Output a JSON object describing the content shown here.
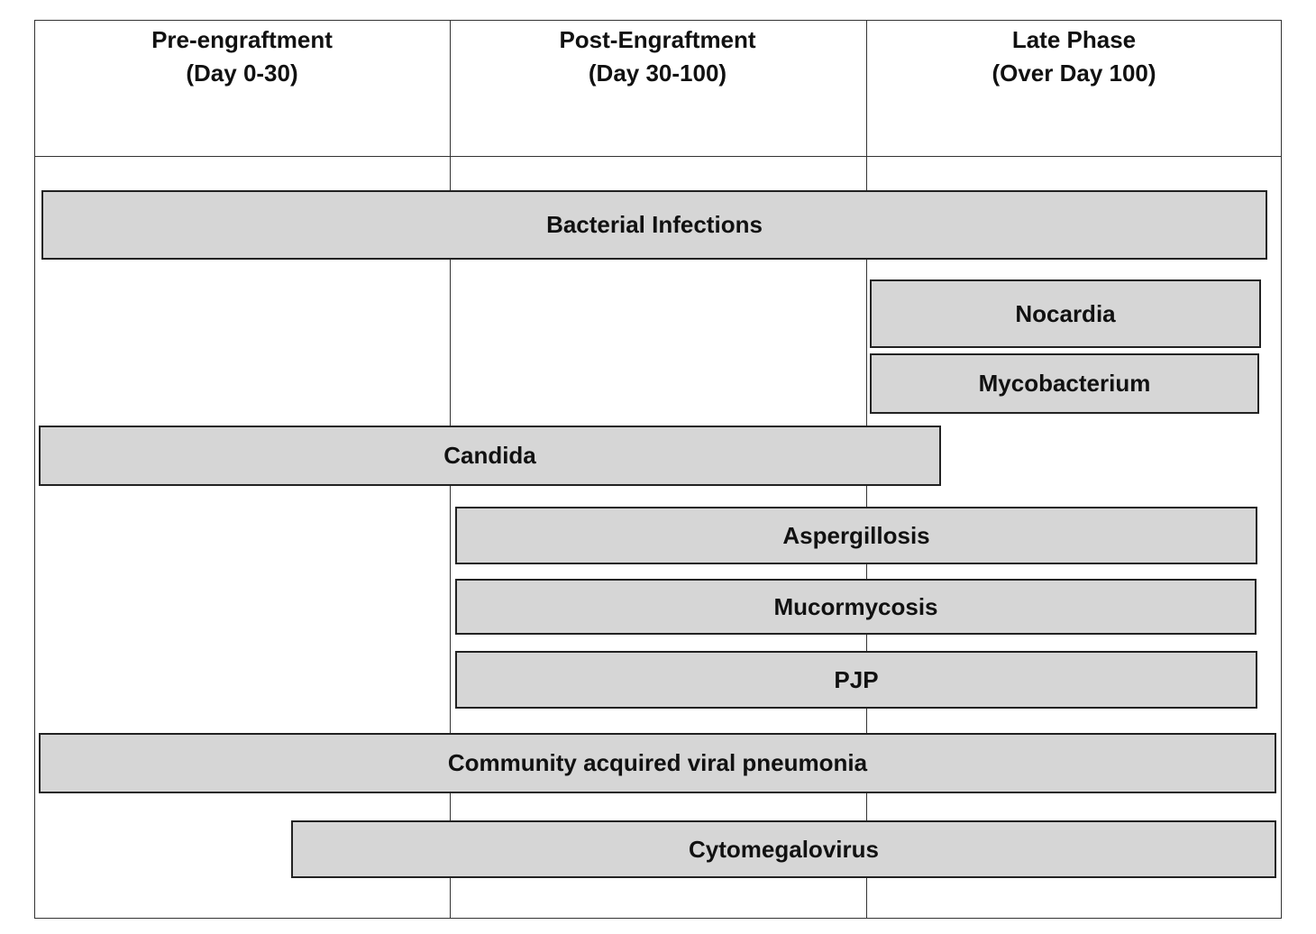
{
  "phases": [
    {
      "title": "Pre-engraftment",
      "range": "(Day 0-30)"
    },
    {
      "title": "Post-Engraftment",
      "range": "(Day 30-100)"
    },
    {
      "title": "Late Phase",
      "range": "(Over Day 100)"
    }
  ],
  "bars": [
    {
      "label": "Bacterial Infections"
    },
    {
      "label": "Nocardia"
    },
    {
      "label": "Mycobacterium"
    },
    {
      "label": "Candida"
    },
    {
      "label": "Aspergillosis"
    },
    {
      "label": "Mucormycosis"
    },
    {
      "label": "PJP"
    },
    {
      "label": "Community acquired viral pneumonia"
    },
    {
      "label": "Cytomegalovirus"
    }
  ]
}
